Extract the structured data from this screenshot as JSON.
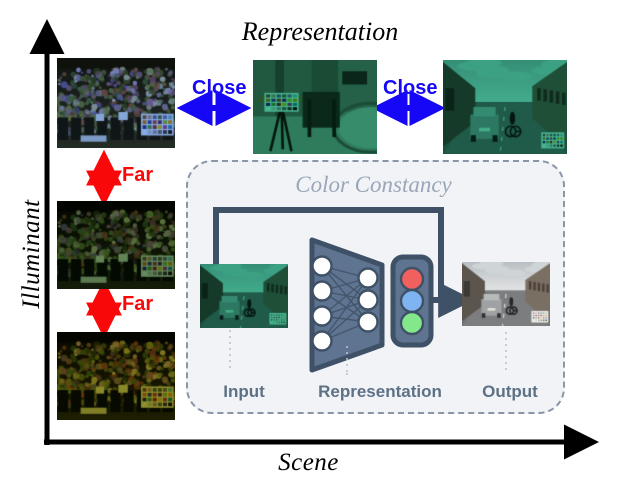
{
  "figure": {
    "title": "Representation",
    "x_axis_label": "Scene",
    "y_axis_label": "Illuminant"
  },
  "relations": {
    "close_label_1": "Close",
    "close_label_2": "Close",
    "far_label_1": "Far",
    "far_label_2": "Far",
    "close_color": "#1608f7",
    "far_color": "#f80808"
  },
  "panel": {
    "title": "Color Constancy",
    "border_color": "#8a96a8",
    "fill_color": "#f1f3f6",
    "title_color": "#9aa7b8",
    "captions": {
      "input": "Input",
      "representation": "Representation",
      "output": "Output"
    },
    "caption_color": "#5d7186",
    "network_color": "#556b82",
    "rgb_lights": [
      {
        "name": "red-light",
        "color": "#f0605e"
      },
      {
        "name": "blue-light",
        "color": "#7fb4f2"
      },
      {
        "name": "green-light",
        "color": "#83e88c"
      }
    ]
  },
  "thumbnails": [
    {
      "name": "flower-market-bright",
      "scene": "flower market with color checker",
      "illuminant": "bluish / high"
    },
    {
      "name": "flower-market-mid",
      "scene": "flower market with color checker",
      "illuminant": "neutral dark / mid"
    },
    {
      "name": "flower-market-dark",
      "scene": "flower market with color checker",
      "illuminant": "yellow-green / low"
    },
    {
      "name": "indoor-scene",
      "scene": "indoor tripod room with color checker",
      "illuminant": "teal"
    },
    {
      "name": "street-scene-green",
      "scene": "street with parked car and cyclist",
      "illuminant": "teal"
    },
    {
      "name": "cc-input",
      "scene": "street with parked car and cyclist",
      "illuminant": "teal"
    },
    {
      "name": "cc-output",
      "scene": "street with parked car and cyclist",
      "illuminant": "corrected / white balanced"
    }
  ],
  "chart_data": {
    "type": "scatter",
    "title": "Representation",
    "xlabel": "Scene",
    "ylabel": "Illuminant",
    "grid": false,
    "legend": "none",
    "annotations": [
      "Close",
      "Close",
      "Far",
      "Far",
      "Color Constancy",
      "Input",
      "Representation",
      "Output"
    ],
    "points": [
      {
        "label": "flower-market-bright",
        "scene": 1,
        "illuminant": 3
      },
      {
        "label": "flower-market-mid",
        "scene": 1,
        "illuminant": 2
      },
      {
        "label": "flower-market-dark",
        "scene": 1,
        "illuminant": 1
      },
      {
        "label": "indoor-scene",
        "scene": 2,
        "illuminant": 3
      },
      {
        "label": "street-scene-green",
        "scene": 3,
        "illuminant": 3
      }
    ],
    "relations": [
      {
        "from": "flower-market-bright",
        "to": "indoor-scene",
        "label": "Close",
        "color": "#1608f7"
      },
      {
        "from": "indoor-scene",
        "to": "street-scene-green",
        "label": "Close",
        "color": "#1608f7"
      },
      {
        "from": "flower-market-bright",
        "to": "flower-market-mid",
        "label": "Far",
        "color": "#f80808"
      },
      {
        "from": "flower-market-mid",
        "to": "flower-market-dark",
        "label": "Far",
        "color": "#f80808"
      }
    ]
  }
}
